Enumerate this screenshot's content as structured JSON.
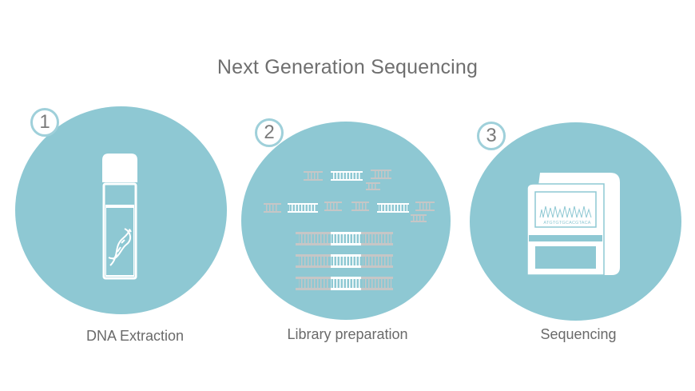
{
  "title": "Next Generation Sequencing",
  "colors": {
    "circle": "#8ec8d3",
    "number_ring": "#9fd0da",
    "white": "#ffffff",
    "grey_fragment": "#c6c6c6"
  },
  "steps": [
    {
      "number": "1",
      "label": "DNA Extraction",
      "icon": "dna-tube-icon"
    },
    {
      "number": "2",
      "label": "Library preparation",
      "icon": "dna-fragments-icon"
    },
    {
      "number": "3",
      "label": "Sequencing",
      "icon": "sequencer-icon",
      "screen_text": "ATGTGTGCACGTACA"
    }
  ]
}
